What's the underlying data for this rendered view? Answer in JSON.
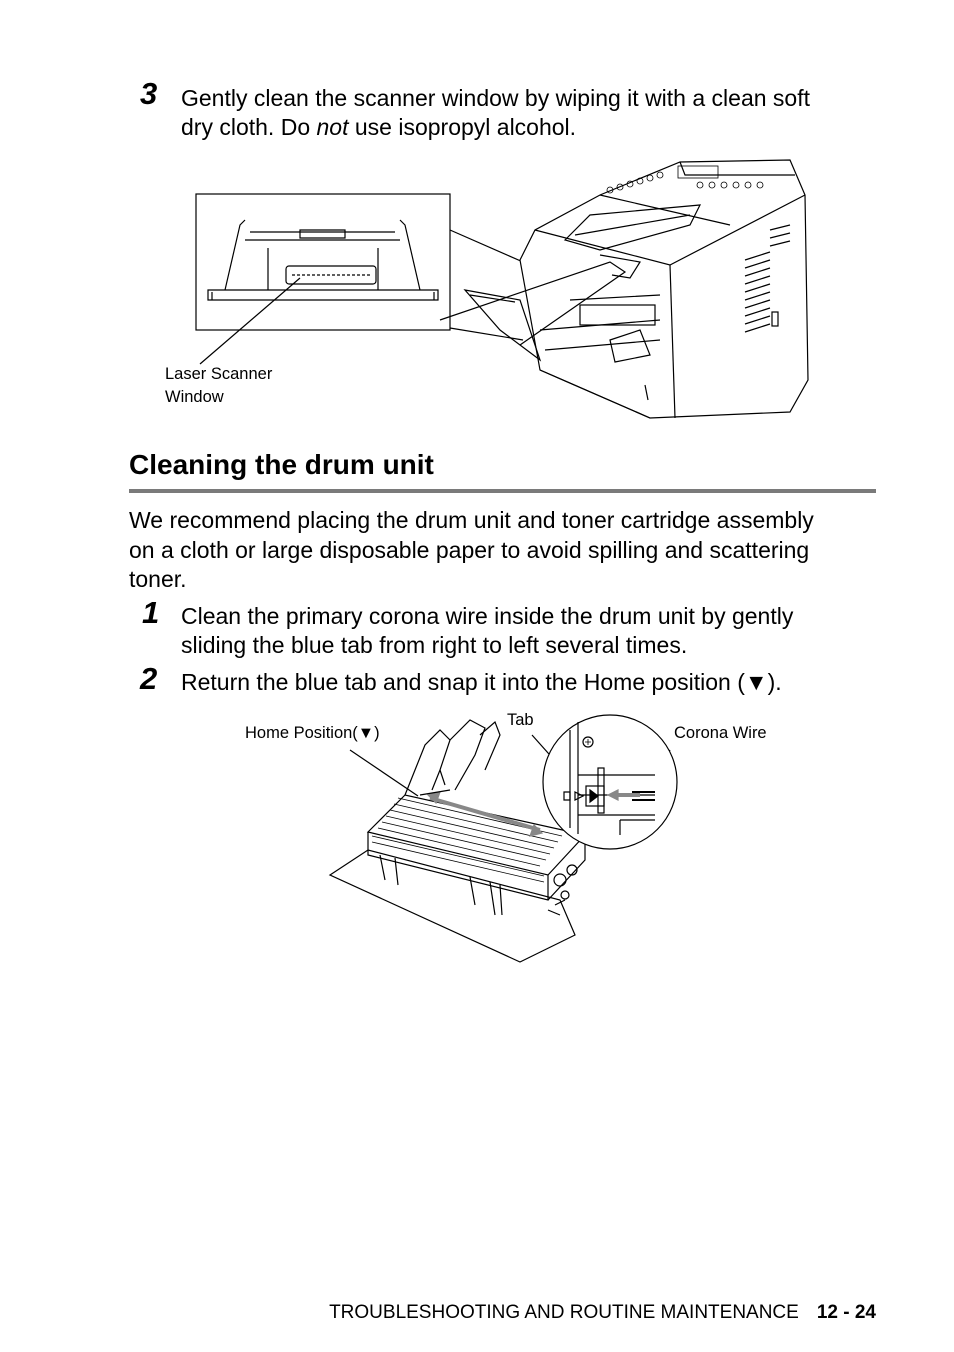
{
  "step3": {
    "number": "3",
    "line1": "Gently clean the scanner window by wiping it with a clean soft",
    "line2_a": "dry cloth. Do ",
    "line2_em": "not",
    "line2_b": " use isopropyl alcohol."
  },
  "figure1": {
    "callout_line1": "Laser Scanner",
    "callout_line2": "Window"
  },
  "section": {
    "title": "Cleaning the drum unit",
    "intro_line1": "We recommend placing the drum unit and toner cartridge assembly",
    "intro_line2": "on a cloth or large disposable paper to avoid spilling and scattering",
    "intro_line3": "toner."
  },
  "steps": [
    {
      "number": "1",
      "line1": "Clean the primary corona wire inside the drum unit by gently",
      "line2": "sliding the blue tab from right to left several times."
    },
    {
      "number": "2",
      "line1": "Return the blue tab and snap it into the Home position (▼)."
    }
  ],
  "figure2": {
    "label_home": "Home Position(▼)",
    "label_tab": "Tab",
    "label_corona": "Corona Wire"
  },
  "footer": {
    "chapter": "TROUBLESHOOTING AND ROUTINE MAINTENANCE",
    "page": "12 - 24"
  }
}
